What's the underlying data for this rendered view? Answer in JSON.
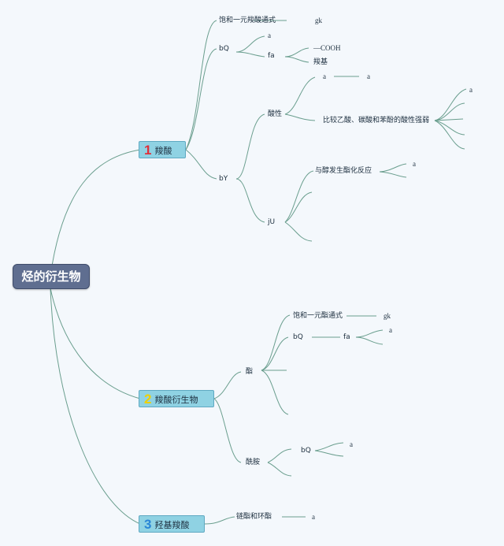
{
  "root": {
    "label": "烃的衍生物"
  },
  "branches": [
    {
      "number": "1",
      "label": "羧酸",
      "color": "#e0303a"
    },
    {
      "number": "2",
      "label": "羧酸衍生物",
      "color": "#f0d000"
    },
    {
      "number": "3",
      "label": "羟基羧酸",
      "color": "#2a86d6"
    }
  ],
  "acid": {
    "formula_label": "饱和一元羧酸通式",
    "formula_value": "gk",
    "bq": "bQ",
    "bq_a": "a",
    "fa": "fa",
    "cooh": "—COOH",
    "carboxyl": "羧基",
    "by": "bY",
    "acidity": "酸性",
    "acidity_a1": "a",
    "acidity_a2": "a",
    "compare": "比较乙酸、碳酸和苯酚的酸性强弱",
    "compare_a": "a",
    "ju": "jU",
    "esterify": "与醇发生酯化反应",
    "esterify_a": "a"
  },
  "deriv": {
    "ester": "酯",
    "ester_formula_label": "饱和一元酯通式",
    "ester_formula_value": "gk",
    "ester_bq": "bQ",
    "ester_fa": "fa",
    "ester_a": "a",
    "amide": "酰胺",
    "amide_bq": "bQ",
    "amide_a": "a"
  },
  "hydroxy": {
    "lactone": "链酯和环酯",
    "lactone_a": "a"
  },
  "colors": {
    "line": "#6a9e8e",
    "root": "#5f6e90",
    "box": "#8fd2e3"
  }
}
